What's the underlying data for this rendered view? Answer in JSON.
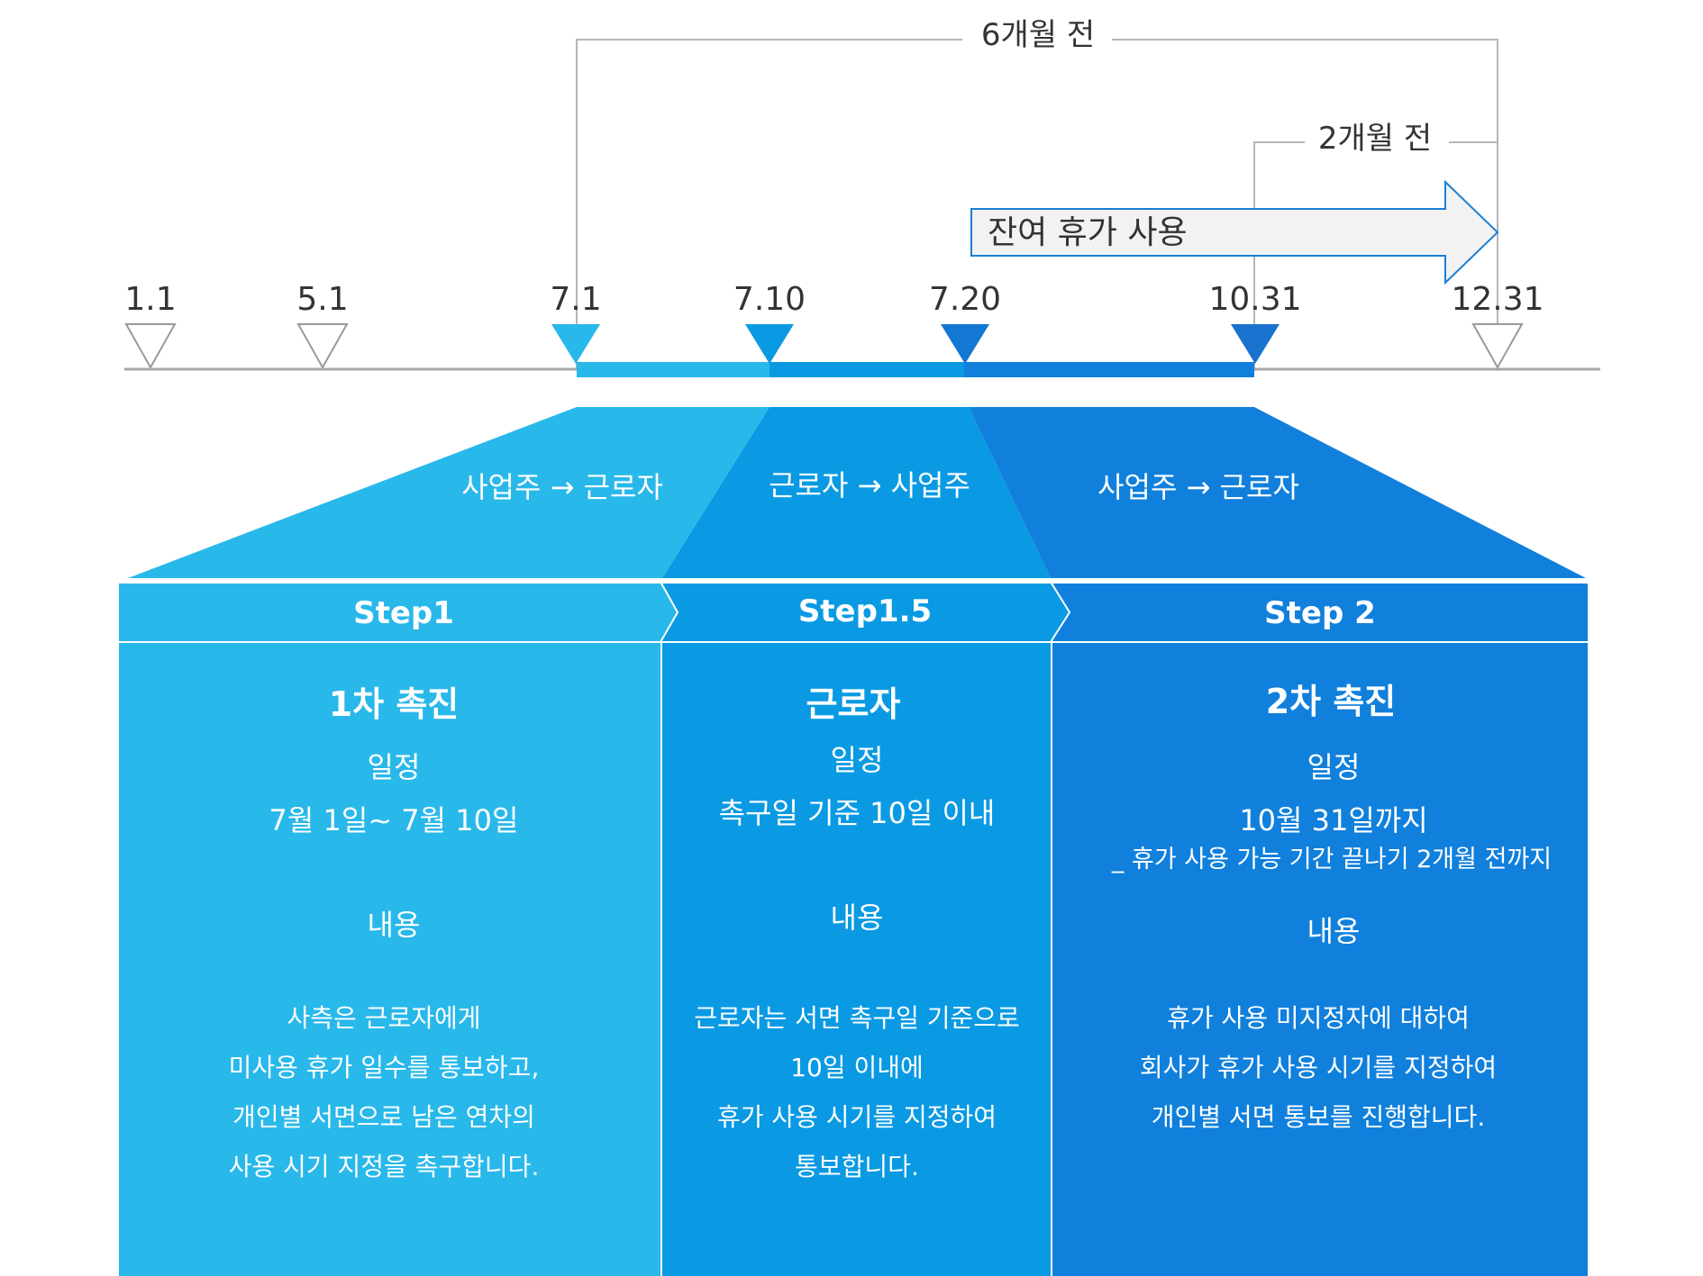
{
  "brackets": {
    "six_months": "6개월 전",
    "two_months": "2개월 전"
  },
  "remaining_leave_arrow": "잔여 휴가 사용",
  "dates": [
    "1.1",
    "5.1",
    "7.1",
    "7.10",
    "7.20",
    "10.31",
    "12.31"
  ],
  "direction_labels": {
    "step1": "사업주 → 근로자",
    "step1_5": "근로자 → 사업주",
    "step2": "사업주 → 근로자"
  },
  "steps": [
    {
      "header": "Step1",
      "title": "1차 촉진",
      "schedule_label": "일정",
      "schedule": "7월 1일~ 7월 10일",
      "schedule_note": "",
      "content_label": "내용",
      "content_lines": [
        "사측은 근로자에게",
        "미사용 휴가 일수를 통보하고,",
        "개인별 서면으로 남은 연차의",
        "사용 시기 지정을 촉구합니다."
      ]
    },
    {
      "header": "Step1.5",
      "title": "근로자",
      "schedule_label": "일정",
      "schedule": "촉구일 기준 10일 이내",
      "schedule_note": "",
      "content_label": "내용",
      "content_lines": [
        "근로자는 서면 촉구일 기준으로",
        "10일 이내에",
        "휴가 사용 시기를 지정하여",
        "통보합니다."
      ]
    },
    {
      "header": "Step 2",
      "title": "2차 촉진",
      "schedule_label": "일정",
      "schedule": "10월 31일까지",
      "schedule_note": "_ 휴가 사용 가능 기간 끝나기 2개월 전까지",
      "content_label": "내용",
      "content_lines": [
        "휴가 사용 미지정자에 대하여",
        "회사가 휴가 사용 시기를 지정하여",
        "개인별 서면 통보를 진행합니다."
      ]
    }
  ],
  "colors": {
    "step1": "#29b8ea",
    "step1_5": "#0a9ae3",
    "step2": "#1080dc",
    "timeline": "#a8a8a8",
    "text_dark": "#333333",
    "white": "#ffffff"
  }
}
